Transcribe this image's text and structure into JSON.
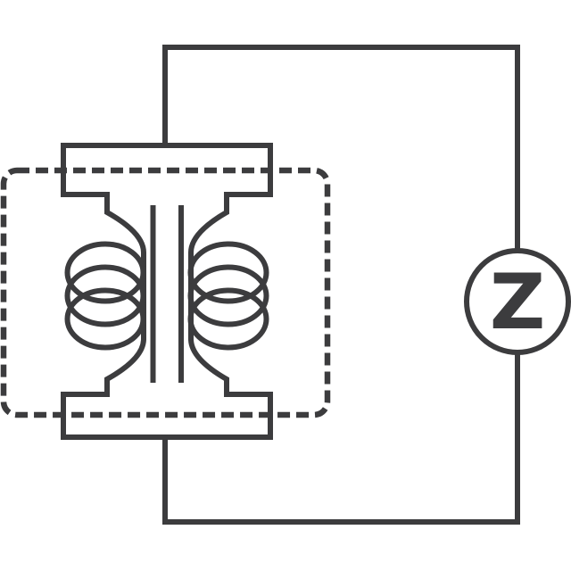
{
  "diagram": {
    "kind": "circuit-schematic",
    "impedance_label": "Z",
    "winding_turns_per_side": 3,
    "colors": {
      "line": "#3c3c3e",
      "background": "#ffffff"
    }
  }
}
